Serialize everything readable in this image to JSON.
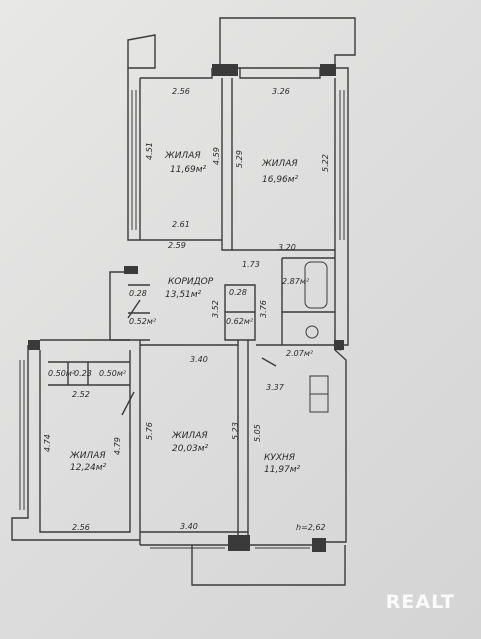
{
  "rooms": {
    "bedroom_top_left": {
      "name": "ЖИЛАЯ",
      "area": "11,69м²"
    },
    "bedroom_top_right": {
      "name": "ЖИЛАЯ",
      "area": "16,96м²"
    },
    "corridor": {
      "name": "КОРИДОР",
      "area": "13,51м²"
    },
    "bedroom_left": {
      "name": "ЖИЛАЯ",
      "area": "12,24м²"
    },
    "living_center": {
      "name": "ЖИЛАЯ",
      "area": "20,03м²"
    },
    "kitchen": {
      "name": "КУХНЯ",
      "area": "11,97м²"
    }
  },
  "dims": {
    "d256_top": "2.56",
    "d326": "3.26",
    "d451": "4.51",
    "d459": "4.59",
    "d529": "5.29",
    "d522": "5.22",
    "d261": "2.61",
    "d259": "2.59",
    "d320": "3.20",
    "d173": "1.73",
    "d287": "2.87м²",
    "d028": "0.28",
    "d052": "0.52м²",
    "d028b": "0.28",
    "d062": "0.62м²",
    "d352": "3.52",
    "d376": "3.76",
    "d207": "2.07м²",
    "d340_top": "3.40",
    "d050a": "0.50м²",
    "d023": "0.23",
    "d050b": "0.50м²",
    "d252": "2.52",
    "d337": "3.37",
    "d474": "4.74",
    "d479": "4.79",
    "d576": "5.76",
    "d523": "5.23",
    "d505": "5.05",
    "d256_bottom": "2.56",
    "d340_bottom": "3.40",
    "height": "h=2,62"
  },
  "watermark": "REALT"
}
